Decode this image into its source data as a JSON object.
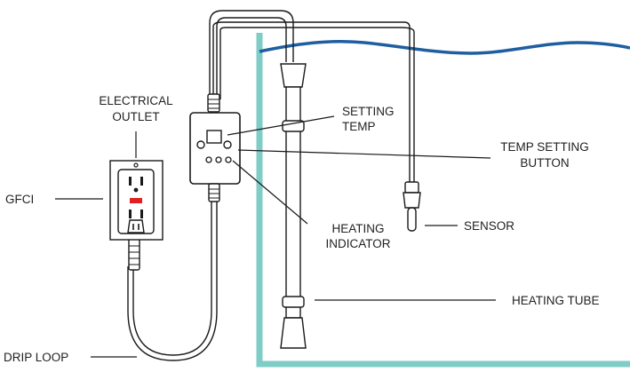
{
  "labels": {
    "electrical_outlet": [
      "ELECTRICAL",
      "OUTLET"
    ],
    "gfci": "GFCI",
    "drip_loop": "DRIP LOOP",
    "setting_temp": [
      "SETTING",
      "TEMP"
    ],
    "temp_setting_button": [
      "TEMP SETTING",
      "BUTTON"
    ],
    "heating_indicator": [
      "HEATING",
      "INDICATOR"
    ],
    "sensor": "SENSOR",
    "heating_tube": "HEATING TUBE"
  },
  "colors": {
    "line": "#1a1a1a",
    "tank_wall": "#7fcdc6",
    "water_line": "#1f5fa0",
    "indicator_led": "#e02020"
  }
}
